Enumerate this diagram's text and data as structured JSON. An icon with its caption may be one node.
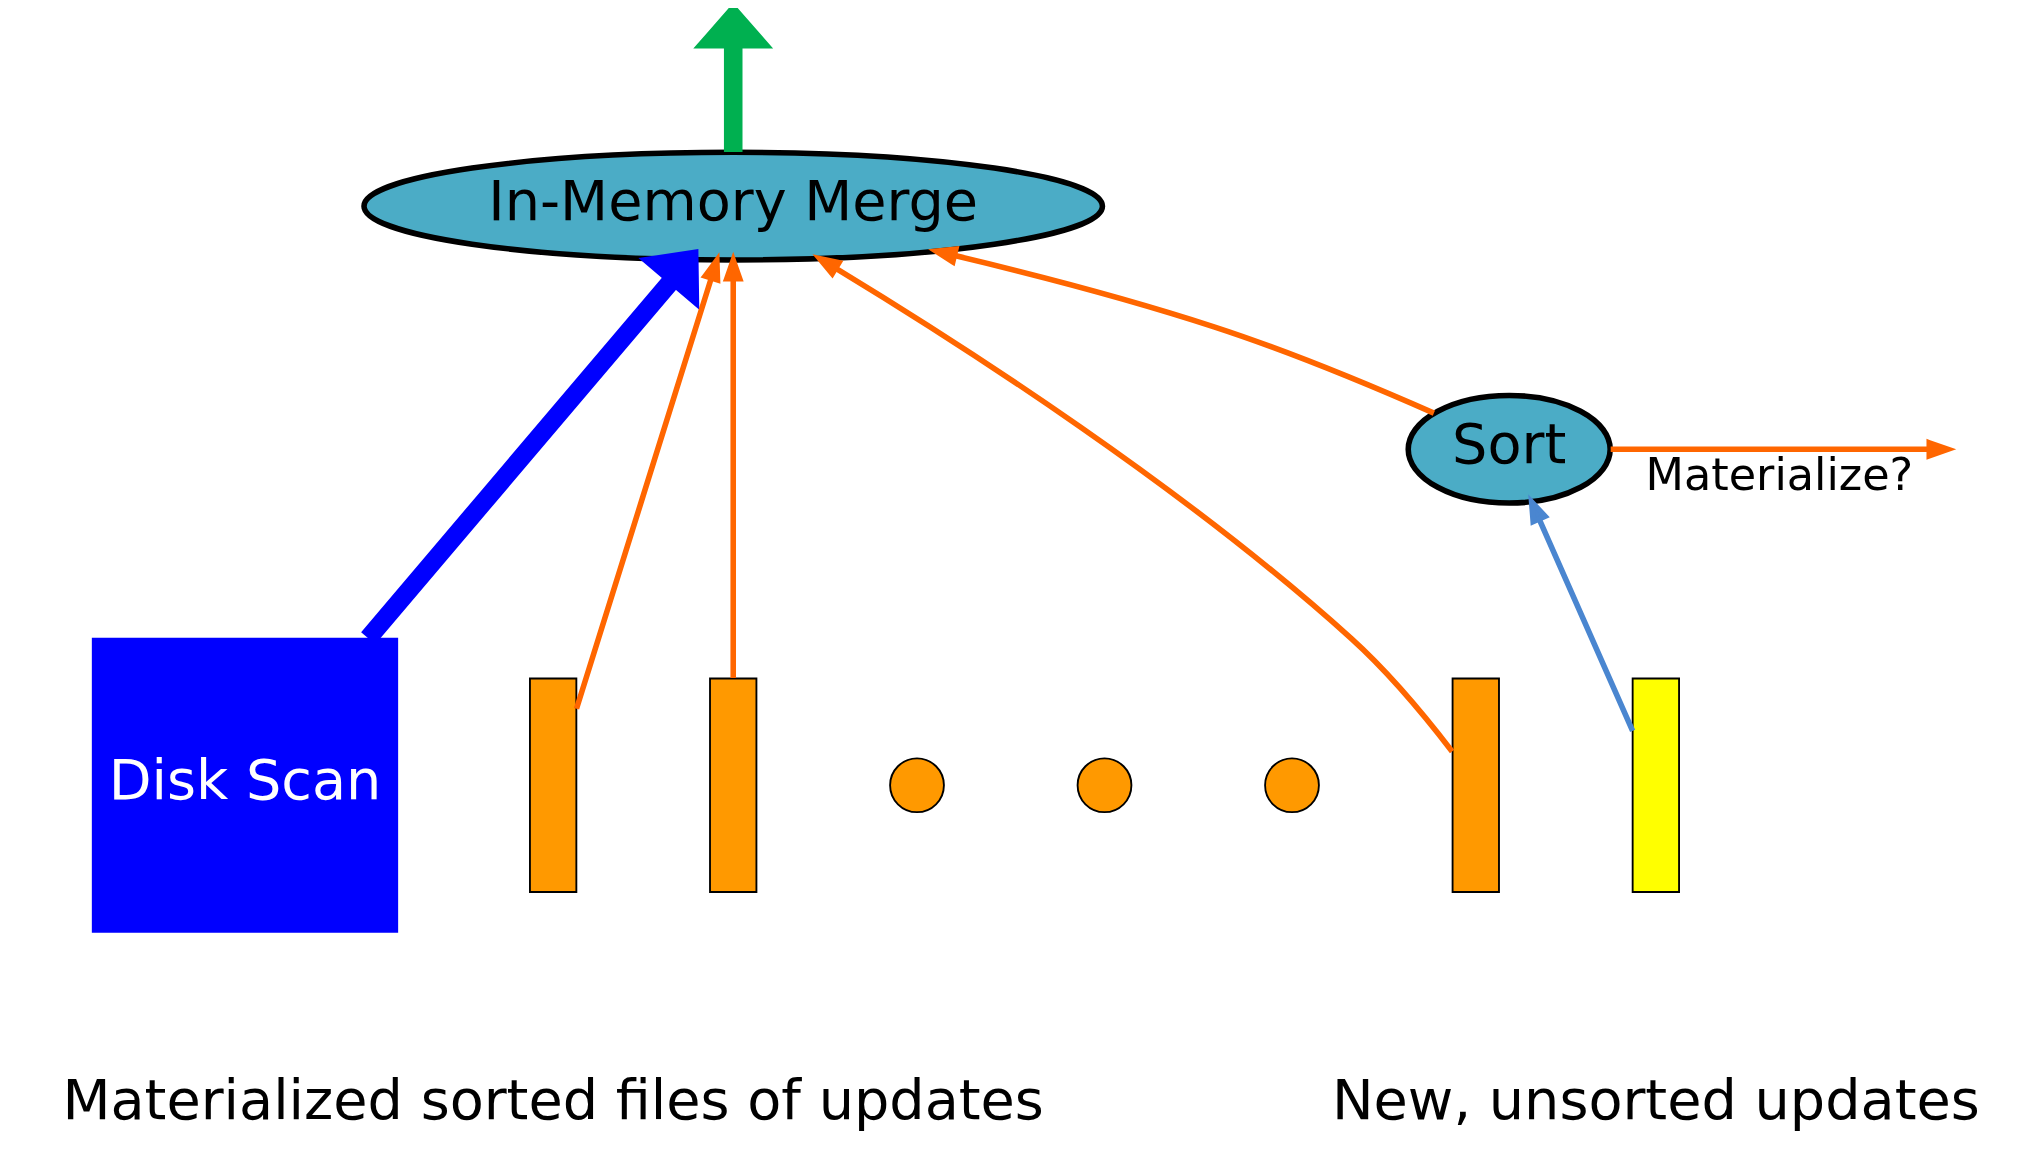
{
  "diagram": {
    "nodes": [
      {
        "text": [
          "In-Memory Merge"
        ]
      },
      {
        "text": [
          "Disk Scan"
        ]
      },
      {
        "text": [
          "Sort"
        ]
      },
      {
        "text": [],
        "shape": "bar"
      },
      {
        "text": [],
        "shape": "bar"
      },
      {
        "text": [],
        "shape": "circle"
      },
      {
        "text": [],
        "shape": "circle"
      },
      {
        "text": [],
        "shape": "circle"
      },
      {
        "text": [],
        "shape": "bar"
      },
      {
        "text": [],
        "shape": "bar"
      }
    ],
    "edges": [
      {
        "from": 0,
        "to": null,
        "arrow": "to",
        "style": "thick",
        "color": "#00b050"
      },
      {
        "from": 1,
        "to": 0,
        "arrow": "to",
        "style": "thick",
        "color": "#0000ff"
      },
      {
        "from": 3,
        "to": 0,
        "arrow": "to"
      },
      {
        "from": 4,
        "to": 0,
        "arrow": "to"
      },
      {
        "from": 8,
        "to": 0,
        "arrow": "to"
      },
      {
        "from": 2,
        "to": 0,
        "arrow": "to"
      },
      {
        "from": 2,
        "to": null,
        "arrow": "to",
        "label": "Materialize?"
      },
      {
        "from": 9,
        "to": 2,
        "arrow": "to",
        "color": "#4a86d0"
      }
    ],
    "labels": [
      "Materialized sorted files of updates",
      "New, unsorted updates"
    ]
  }
}
